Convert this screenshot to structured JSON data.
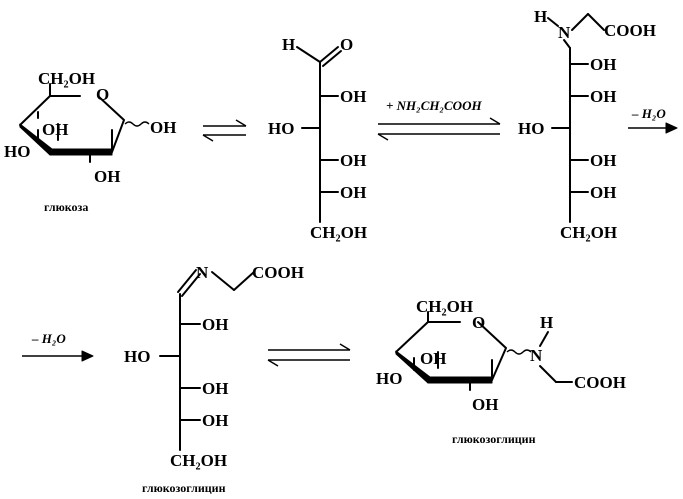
{
  "labels": {
    "OH": "OH",
    "HO": "HO",
    "H": "H",
    "O": "O",
    "N": "N",
    "CH2OH": "CH₂OH",
    "COOH": "COOH"
  },
  "captions": {
    "glucose": "глюкоза",
    "glucosylglycine_open": "глюкозоглицин",
    "glucosylglycine_ring": "глюкозоглицин"
  },
  "reagents": {
    "glycine": "+ NH₂CH₂COOH",
    "minus_water_1": "– H₂O",
    "minus_water_2": "– H₂O"
  },
  "colors": {
    "ink": "#000000",
    "background": "#ffffff"
  }
}
